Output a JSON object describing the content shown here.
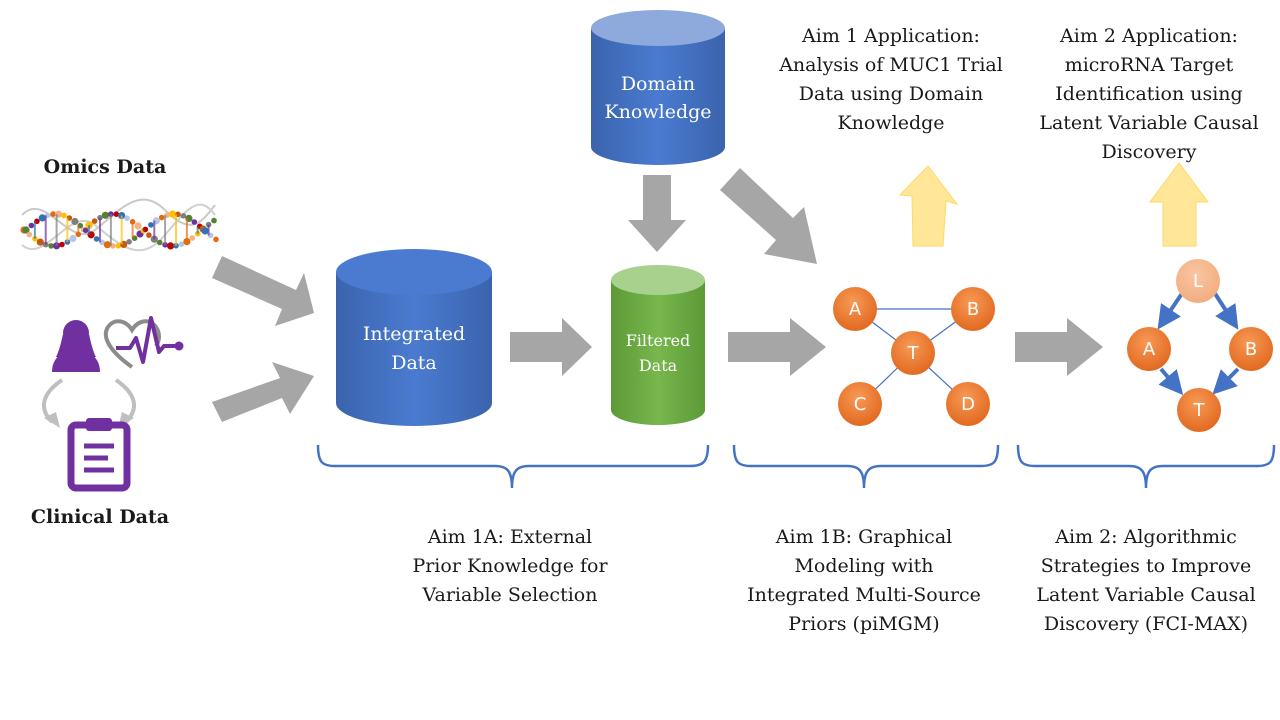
{
  "inputs": {
    "omics_label": "Omics Data",
    "clinical_label": "Clinical Data"
  },
  "databases": {
    "domain_knowledge": [
      "Domain",
      "Knowledge"
    ],
    "integrated": [
      "Integrated",
      "Data"
    ],
    "filtered": [
      "Filtered",
      "Data"
    ]
  },
  "applications": {
    "aim1": [
      "Aim 1 Application:",
      "Analysis of  MUC1 Trial",
      "Data using Domain",
      "Knowledge"
    ],
    "aim2": [
      "Aim 2 Application:",
      "microRNA Target",
      "Identification using",
      "Latent Variable Causal",
      "Discovery"
    ]
  },
  "graphs": {
    "pimgm_nodes": [
      "A",
      "B",
      "T",
      "C",
      "D"
    ],
    "fcimax_nodes": [
      "L",
      "A",
      "B",
      "T"
    ]
  },
  "aims": {
    "aim1a": [
      "Aim 1A: External",
      "Prior Knowledge for",
      "Variable Selection"
    ],
    "aim1b": [
      "Aim 1B: Graphical",
      "Modeling with",
      "Integrated Multi-Source",
      "Priors (piMGM)"
    ],
    "aim2": [
      "Aim 2: Algorithmic",
      "Strategies to Improve",
      "Latent Variable Causal",
      "Discovery (FCI-MAX)"
    ]
  },
  "colors": {
    "cylinder_blue": "#4472c4",
    "cylinder_green": "#70ad47",
    "node_orange": "#ed7d31",
    "latent_node": "#f4b183",
    "arrow_gray": "#a6a6a6",
    "app_arrow_yellow": "#ffe699",
    "edge_blue": "#4472c4",
    "icon_purple": "#7030a0"
  },
  "icons": [
    "dna-icon",
    "person-icon",
    "heart-pulse-icon",
    "clipboard-icon"
  ]
}
